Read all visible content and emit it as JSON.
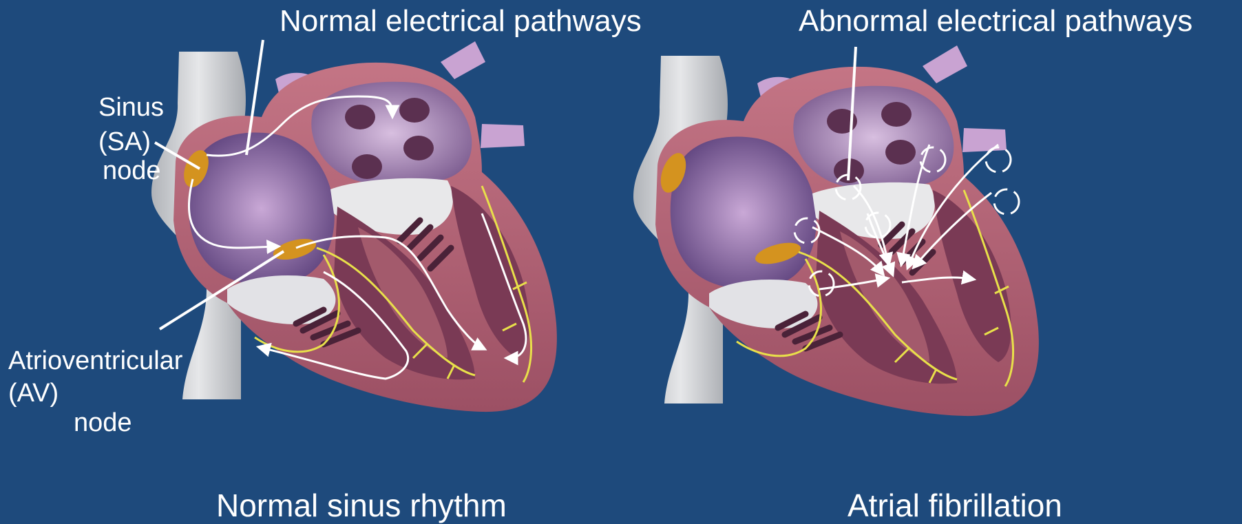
{
  "left_panel": {
    "title": "Normal electrical pathways",
    "caption": "Normal sinus rhythm",
    "sa_node": {
      "line1": "Sinus",
      "line2": "(SA)",
      "line3": "node"
    },
    "av_node": {
      "line1": "Atrioventricular",
      "line2": "(AV)",
      "line3": "node"
    }
  },
  "right_panel": {
    "title": "Abnormal electrical pathways",
    "caption": "Atrial fibrillation"
  },
  "colors": {
    "background": "#1e4a7c",
    "heart_wall": "#b56879",
    "atrium": "#6e5590",
    "node": "#d4931f",
    "conduction_fibers": "#e8e04a",
    "pathway": "#ffffff"
  }
}
